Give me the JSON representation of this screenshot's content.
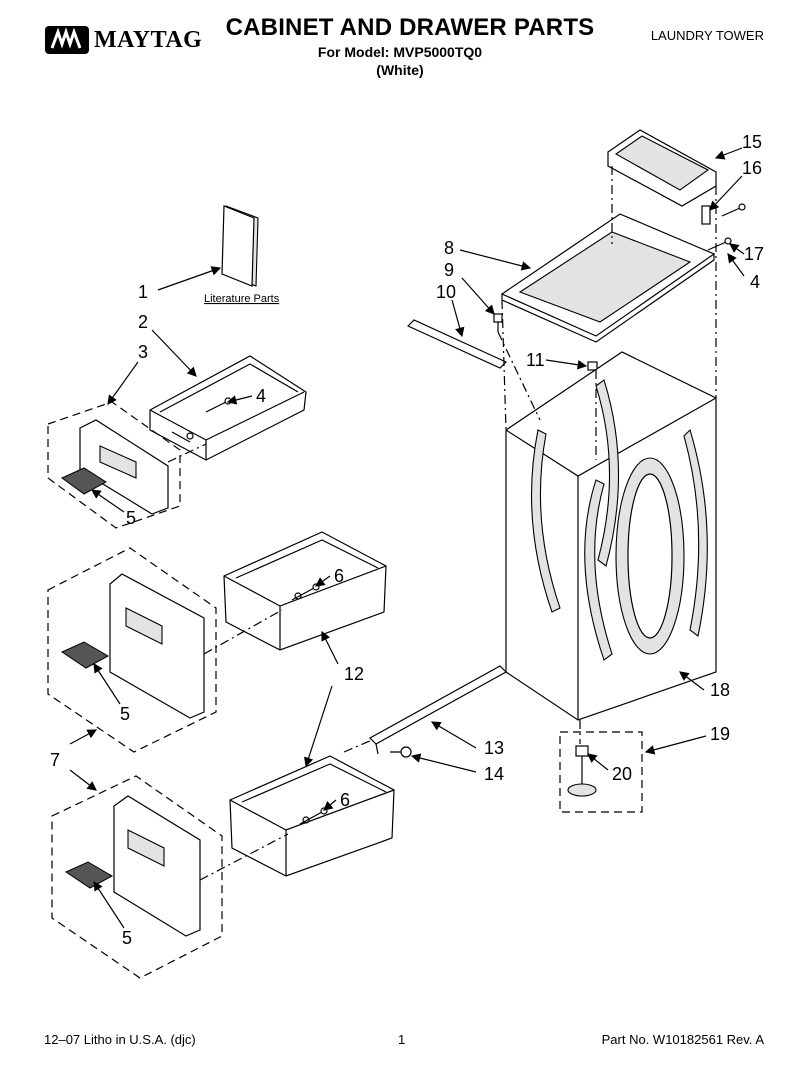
{
  "header": {
    "brand": "MAYTAG",
    "title": "CABINET AND DRAWER PARTS",
    "model_line": "For Model: MVP5000TQ0",
    "color_line": "(White)",
    "category": "LAUNDRY TOWER"
  },
  "diagram": {
    "literature_label": "Literature Parts",
    "callouts": [
      "1",
      "2",
      "3",
      "4",
      "5",
      "6",
      "7",
      "8",
      "9",
      "10",
      "11",
      "12",
      "13",
      "14",
      "15",
      "16",
      "17",
      "18",
      "19",
      "20"
    ]
  },
  "footer": {
    "litho": "12–07 Litho in U.S.A. (djc)",
    "page": "1",
    "part_no": "Part No. W10182561 Rev. A"
  }
}
